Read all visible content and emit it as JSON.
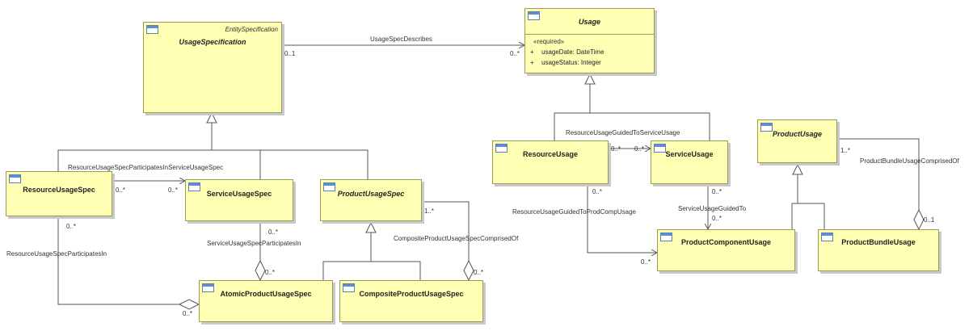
{
  "classes": {
    "usage_specification": {
      "name": "UsageSpecification",
      "stereotype": "EntitySpecification"
    },
    "usage": {
      "name": "Usage",
      "required_label": "«required»",
      "attributes": [
        {
          "vis": "+",
          "text": "usageDate: DateTime"
        },
        {
          "vis": "+",
          "text": "usageStatus: Integer"
        }
      ]
    },
    "resource_usage_spec": {
      "name": "ResourceUsageSpec"
    },
    "service_usage_spec": {
      "name": "ServiceUsageSpec"
    },
    "product_usage_spec": {
      "name": "ProductUsageSpec"
    },
    "atomic_product_usage_spec": {
      "name": "AtomicProductUsageSpec"
    },
    "composite_product_usage_spec": {
      "name": "CompositeProductUsageSpec"
    },
    "resource_usage": {
      "name": "ResourceUsage"
    },
    "service_usage": {
      "name": "ServiceUsage"
    },
    "product_usage": {
      "name": "ProductUsage"
    },
    "product_component_usage": {
      "name": "ProductComponentUsage"
    },
    "product_bundle_usage": {
      "name": "ProductBundleUsage"
    }
  },
  "associations": {
    "usage_spec_describes": {
      "label": "UsageSpecDescribes",
      "mult_a": "0..1",
      "mult_b": "0..*"
    },
    "resource_in_service_spec": {
      "label": "ResourceUsageSpecParticipatesInServiceUsageSpec",
      "mult_a": "0..*",
      "mult_b": "0..*"
    },
    "resource_spec_participates_in": {
      "label": "ResourceUsageSpecParticipatesIn",
      "mult_a": "0..*",
      "mult_b": "0..*"
    },
    "service_spec_participates_in": {
      "label": "ServiceUsageSpecParticipatesIn",
      "mult_a": "0..*",
      "mult_b": "0..*"
    },
    "composite_spec_comprised_of": {
      "label": "CompositeProductUsageSpecComprisedOf",
      "mult_a": "1..*",
      "mult_b": "0..*"
    },
    "resource_guided_to_service": {
      "label": "ResourceUsageGuidedToServiceUsage",
      "mult_a": "0..*",
      "mult_b": "0..*"
    },
    "resource_guided_to_prod_comp": {
      "label": "ResourceUsageGuidedToProdCompUsage",
      "mult_a": "0..*",
      "mult_b": "0..*"
    },
    "service_guided_to": {
      "label": "ServiceUsageGuidedTo",
      "mult_a": "0..*",
      "mult_b": "0..*"
    },
    "bundle_comprised_of": {
      "label": "ProductBundleUsageComprisedOf",
      "mult_a": "1..*",
      "mult_b": "0..1"
    }
  }
}
